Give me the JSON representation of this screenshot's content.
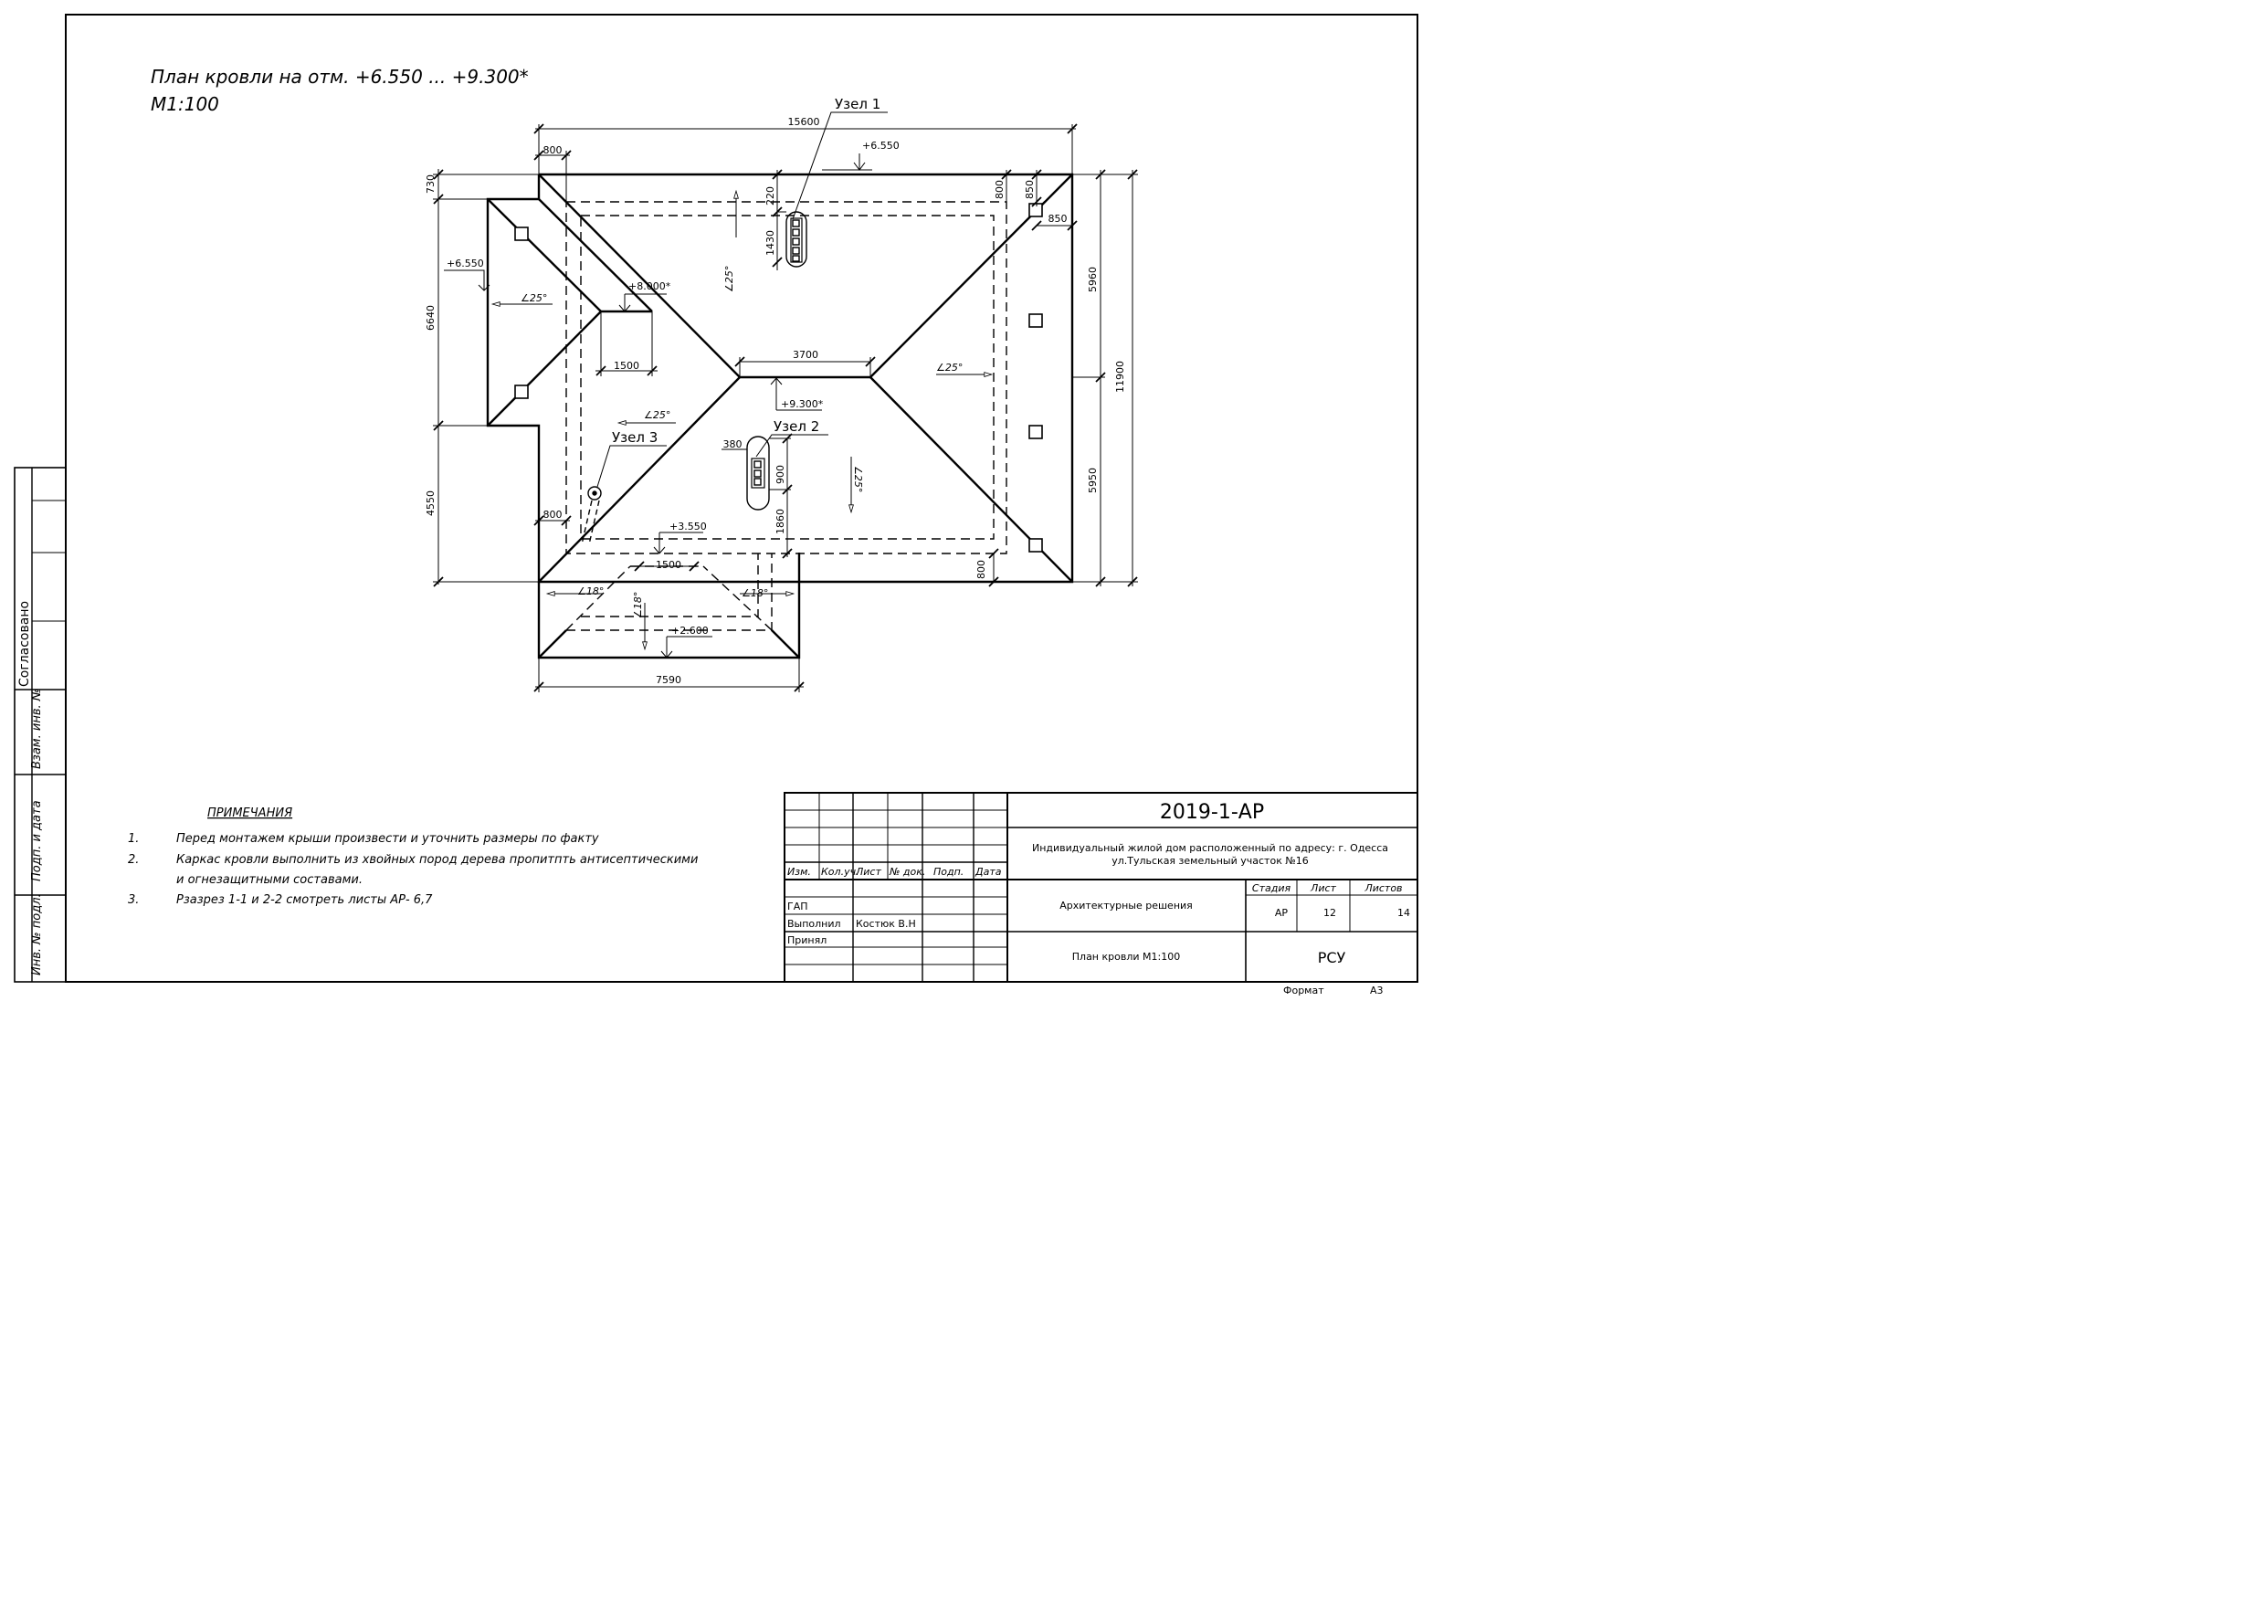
{
  "drawing": {
    "title": "План кровли на отм. +6.550 ... +9.300*",
    "scale": "М1:100"
  },
  "plan": {
    "overall_width": "15600",
    "overall_depth": "11900",
    "top_left_offset": "800",
    "top_left_vertical": "730",
    "top_right_800": "800",
    "top_right_850_v": "850",
    "top_right_850_h": "850",
    "right_upper": "5960",
    "right_lower": "5950",
    "left_upper": "6640",
    "left_lower": "4550",
    "ridge_length": "3700",
    "wing_ridge": "1500",
    "porch_ridge": "1500",
    "porch_width": "7590",
    "chimney1_gap": "220",
    "chimney1_len": "1430",
    "chimney2_w": "380",
    "chimney2_h": "900",
    "chimney2_gap": "1860",
    "bottom_left_800": "800",
    "bottom_right_800": "800",
    "levels": {
      "eave_top": "+6.550",
      "eave_left": "+6.550",
      "wing_ridge": "+8.000*",
      "main_ridge": "+9.300*",
      "porch_top": "+3.550",
      "porch_eave": "+2.600"
    },
    "slopes": {
      "top": "25°",
      "left_wing": "25°",
      "right": "25°",
      "left_lower": "25°",
      "bottom": "25°",
      "porch_left": "18°",
      "porch_mid": "18°",
      "porch_right": "18°"
    },
    "nodes": {
      "node1": "Узел 1",
      "node2": "Узел 2",
      "node3": "Узел 3"
    }
  },
  "side_stamp": {
    "agreed": "Согласовано",
    "replace_inv": "Взам. инв. №",
    "sign_date": "Подп. и дата",
    "inv_orig": "Инв. № подл."
  },
  "notes": {
    "heading": "ПРИМЕЧАНИЯ",
    "items": [
      {
        "num": "1.",
        "line1": "Перед монтажем крыши произвести и уточнить размеры  по факту",
        "line2": ""
      },
      {
        "num": "2.",
        "line1": "Каркас кровли выполнить из хвойных пород дерева пропитпть антисептическими",
        "line2": "и огнезащитными составами."
      },
      {
        "num": "3.",
        "line1": "Рзазрез 1-1 и 2-2 смотреть листы АР- 6,7",
        "line2": ""
      }
    ]
  },
  "title_block": {
    "code": "2019-1-АР",
    "project_line1": "Индивидуальный жилой дом расположенный по адресу: г. Одесса",
    "project_line2": "ул.Тульская земельный участок №16",
    "headers": {
      "izm": "Изм.",
      "kol": "Кол.уч.",
      "list": "Лист",
      "ndok": "№ док.",
      "podp": "Подп.",
      "data": "Дата"
    },
    "roles": {
      "gap": "ГАП",
      "vypolnil": "Выполнил",
      "prinyal": "Принял"
    },
    "author": "Костюк В.Н",
    "section": "Архитектурные решения",
    "sheet_title": "План кровли М1:100",
    "stage_label": "Стадия",
    "sheet_label": "Лист",
    "sheets_label": "Листов",
    "stage": "АР",
    "sheet": "12",
    "sheets": "14",
    "org": "РСУ"
  },
  "format": {
    "label": "Формат",
    "value": "А3"
  }
}
